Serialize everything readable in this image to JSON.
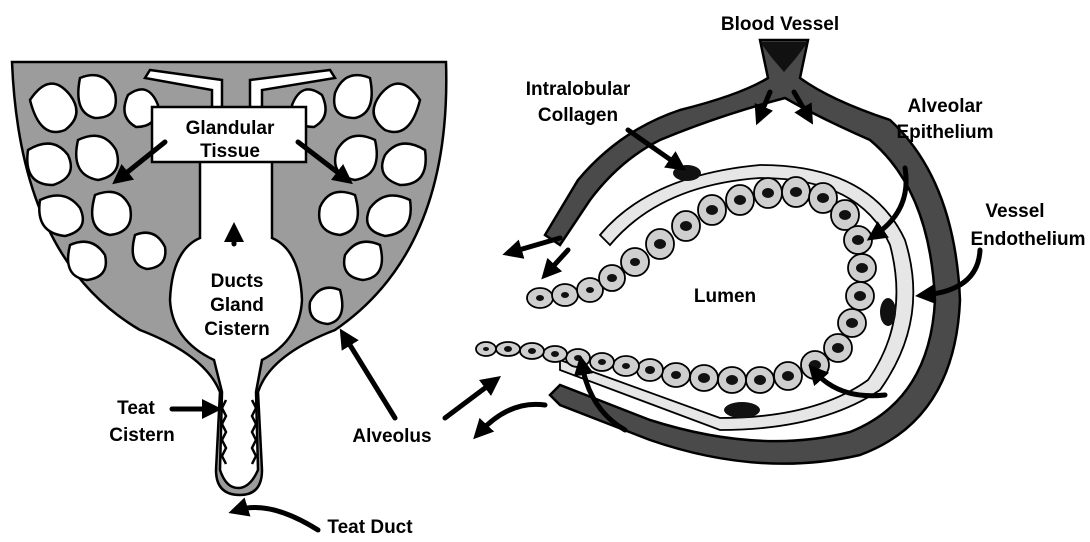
{
  "labels": {
    "glandular_tissue": [
      "Glandular",
      "Tissue"
    ],
    "ducts_gland_cistern": [
      "Ducts",
      "Gland",
      "Cistern"
    ],
    "teat_cistern": [
      "Teat",
      "Cistern"
    ],
    "alveolus": "Alveolus",
    "teat_duct": "Teat Duct",
    "blood_vessel": "Blood Vessel",
    "intralobular_collagen": [
      "Intralobular",
      "Collagen"
    ],
    "alveolar_epithelium": [
      "Alveolar",
      "Epithelium"
    ],
    "vessel_endothelium": [
      "Vessel",
      "Endothelium"
    ],
    "lumen": "Lumen"
  },
  "colors": {
    "tissue": "#9c9c9c",
    "vessel": "#4a4a4a",
    "cell": "#cfcfcf",
    "nucleus": "#111111"
  }
}
